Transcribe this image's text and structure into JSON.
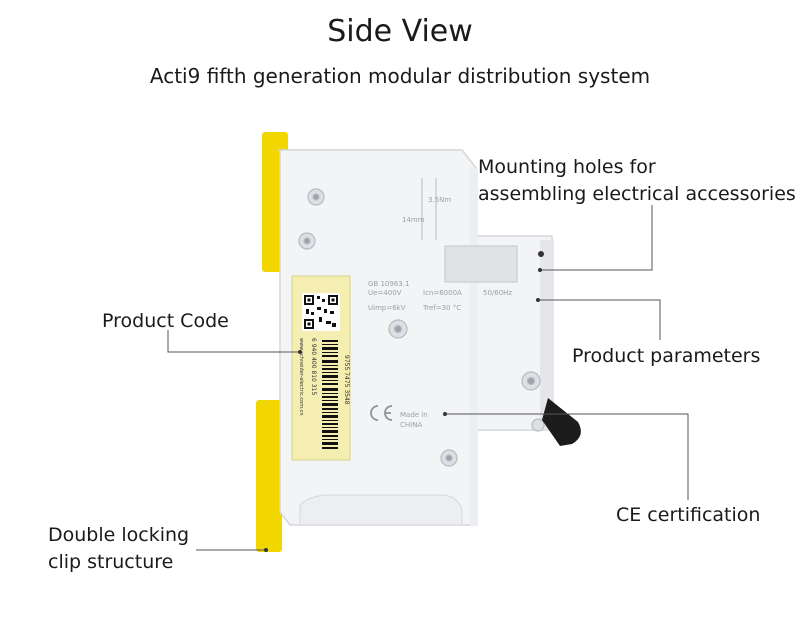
{
  "header": {
    "title": "Side View",
    "subtitle": "Acti9 fifth generation modular distribution system"
  },
  "callouts": {
    "mounting_holes_line1": "Mounting holes for",
    "mounting_holes_line2": "assembling electrical accessories",
    "product_code": "Product Code",
    "product_parameters": "Product parameters",
    "ce_certification": "CE certification",
    "locking_clip_line1": "Double locking",
    "locking_clip_line2": "clip structure"
  },
  "device_markings": {
    "torque": "3.5Nm",
    "strip_length": "14mm",
    "standard": "GB 10963.1",
    "ue": "Ue=400V",
    "icn": "Icn=6000A",
    "frequency": "50/60Hz",
    "uimp": "Uimp=6kV",
    "tref": "Tref=30 °C",
    "made_in_line1": "Made in",
    "made_in_line2": "CHINA",
    "label_code_1": "6 940 400 810 315",
    "label_code_2": "9755 7475 3548",
    "label_url": "www.schneider-electric.com.cn"
  },
  "colors": {
    "clip_yellow": "#f2d600",
    "body_white": "#f3f4f6",
    "label_yellow": "#f4efb0",
    "leader_line": "#555555"
  }
}
